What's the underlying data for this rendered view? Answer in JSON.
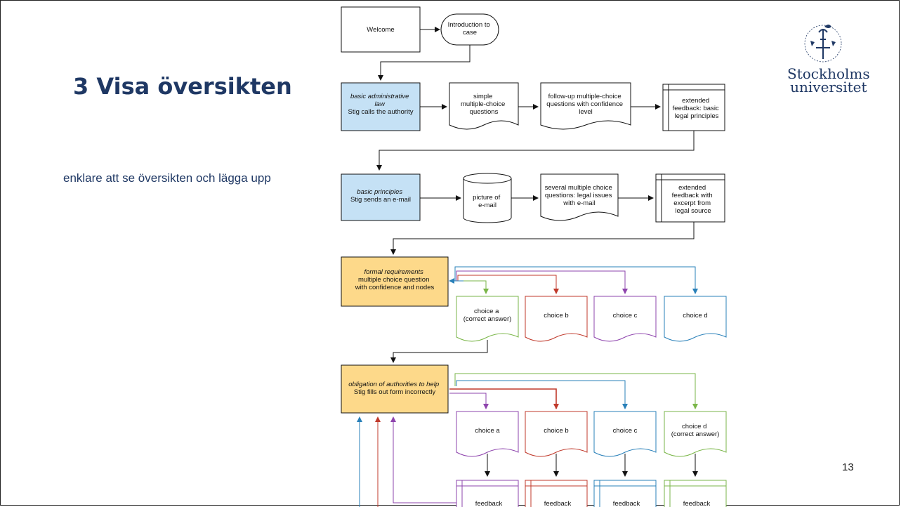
{
  "slide": {
    "title": "3 Visa översikten",
    "body": "enklare att se översikten och lägga upp",
    "page_number": "13"
  },
  "logo": {
    "text_line1": "Stockholms",
    "text_line2": "universitet"
  },
  "colors": {
    "title": "#1f3864",
    "blue_fill": "#c5e1f5",
    "yellow_fill": "#fdd98a",
    "green": "#7ab648",
    "red": "#c0392b",
    "purple": "#8e44ad",
    "blue": "#2980b9"
  },
  "flowchart": {
    "welcome": "Welcome",
    "intro": [
      "Introduction to",
      "case"
    ],
    "law_block": [
      "basic administrative",
      "law",
      "Stig calls the authority"
    ],
    "simple_mc": [
      "simple",
      "multiple-choice",
      "questions"
    ],
    "followup": [
      "follow-up multiple-choice",
      "questions with confidence",
      "level"
    ],
    "ext_basic": [
      "extended",
      "feedback: basic",
      "legal principles"
    ],
    "principles_block": [
      "basic principles",
      "Stig sends an e-mail"
    ],
    "picture": [
      "picture of",
      "e-mail"
    ],
    "several": [
      "several multiple choice",
      "questions: legal issues",
      "with e-mail"
    ],
    "ext_excerpt": [
      "extended",
      "feedback with",
      "excerpt from",
      "legal source"
    ],
    "formal_block": [
      "formal requirements",
      "multiple choice question",
      "with confidence and nodes"
    ],
    "choices1": [
      [
        "choice a",
        "(correct answer)"
      ],
      [
        "choice b"
      ],
      [
        "choice c"
      ],
      [
        "choice d"
      ]
    ],
    "obligation_block": [
      "obligation of authorities to help",
      "Stig fills out form incorrectly"
    ],
    "choices2": [
      [
        "choice a"
      ],
      [
        "choice b"
      ],
      [
        "choice c"
      ],
      [
        "choice d",
        "(correct answer)"
      ]
    ],
    "feedback": [
      "feedback",
      "feedback",
      "feedback",
      "feedback"
    ]
  }
}
